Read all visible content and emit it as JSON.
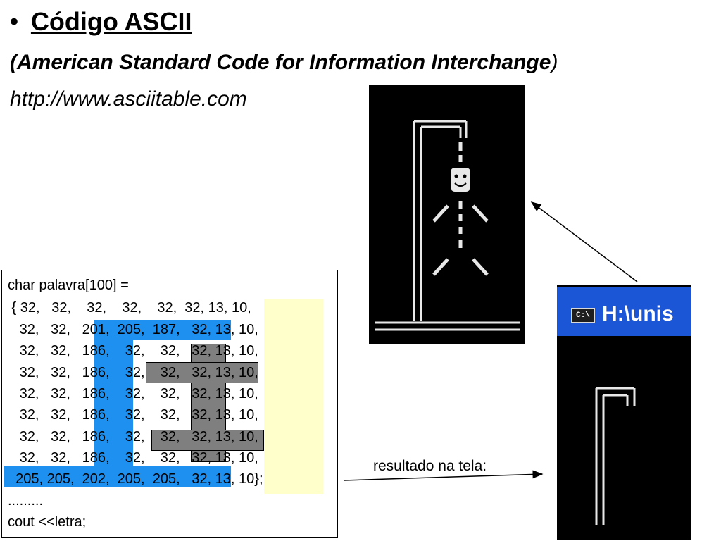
{
  "slide": {
    "bullet": "•",
    "title": "Código ASCII",
    "subtitle": "(American Standard Code for Information Interchange",
    "subtitle_close": ")",
    "url": "http://www.asciitable.com"
  },
  "code": {
    "lines": [
      "char palavra[100] =",
      " { 32,   32,    32,    32,    32,  32, 13, 10,",
      "   32,   32,   201,  205,  187,   32, 13, 10,",
      "   32,   32,   186,    32,    32,   32, 13, 10,",
      "   32,   32,   186,    32,    32,   32, 13, 10,",
      "   32,   32,   186,    32,    32,   32, 13, 10,",
      "   32,   32,   186,    32,    32,   32, 13, 10,",
      "   32,   32,   186,    32,    32,   32, 13, 10,",
      "   32,   32,   186,    32,    32,   32, 13, 10,",
      "  205, 205,  202,  205,  205,   32, 13, 10};",
      ".........",
      "cout <<letra;"
    ]
  },
  "caption": "resultado na tela:",
  "console": {
    "icon_text": "C:\\",
    "title": "H:\\unis"
  },
  "colors": {
    "highlight_yellow": "#ffffcc",
    "highlight_blue": "#1e90f0",
    "highlight_gray": "#7f7f7f",
    "console_titlebar": "#1b56d6"
  }
}
